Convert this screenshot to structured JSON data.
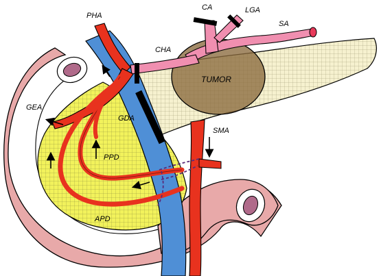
{
  "labels": {
    "pha": "PHA",
    "ca": "CA",
    "lga": "LGA",
    "sa": "SA",
    "cha": "CHA",
    "tumor": "TUMOR",
    "gea": "GEA",
    "gda": "GDA",
    "sma": "SMA",
    "ppd": "PPD",
    "apd": "APD"
  },
  "colors": {
    "artery": "#e8321e",
    "vein": "#4f8fd6",
    "duodenum": "#e8a9a9",
    "pancreas_head": "#f2f25c",
    "pancreas_body": "#f5f0c8",
    "tumor": "#8b6a3e",
    "splenic_artery": "#f08fb0",
    "ligature": "#000000"
  }
}
